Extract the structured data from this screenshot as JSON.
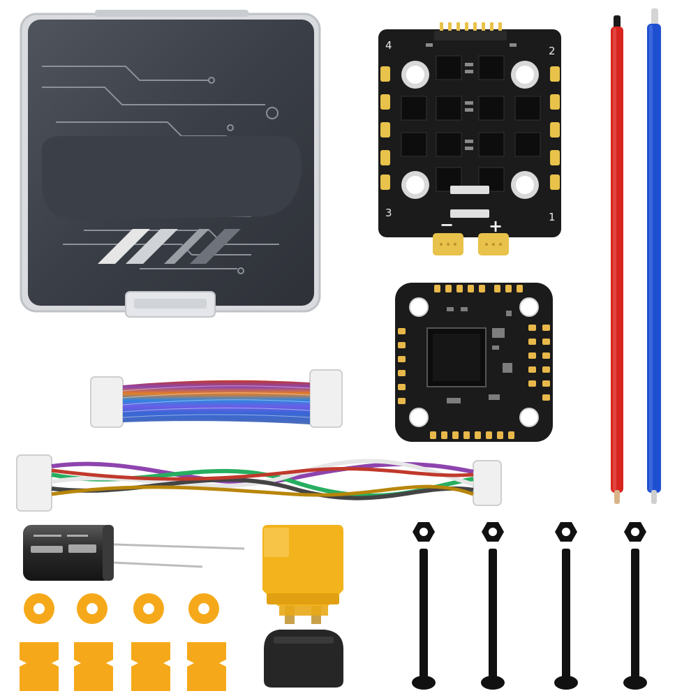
{
  "esc_board": {
    "corner_labels": [
      "4",
      "2",
      "3",
      "1"
    ],
    "minus_sign": "−",
    "plus_sign": "+"
  },
  "colors": {
    "background": "#ffffff",
    "pcb": "#1b1b1b",
    "gold_pad": "#e8c24a",
    "case": "#3c4048",
    "red_wire": "#d8251f",
    "blue_wire": "#1f4fd1",
    "xt60": "#f2b31c",
    "grommet": "#f5a91a",
    "screw": "#111111"
  },
  "counts": {
    "screws": 4,
    "nuts": 4,
    "grommets": 4,
    "dampers": 4
  }
}
